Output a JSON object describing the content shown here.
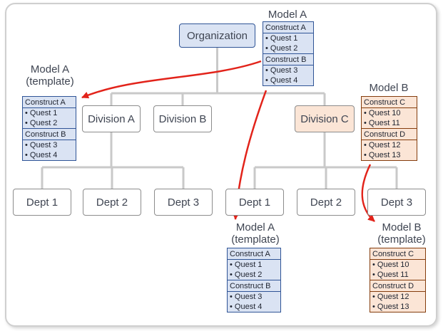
{
  "colors": {
    "model-a-fill": "#dae3f3",
    "model-a-border": "#2f5496",
    "model-b-fill": "#fbe5d6",
    "model-b-border": "#843c0c",
    "org-fill": "#dae3f3",
    "org-border": "#2f5496",
    "node-border": "#8c8c8c",
    "connector": "#c9c9c9",
    "arrow": "#e2231a",
    "text": "#3f4552"
  },
  "org_chart": {
    "organization": "Organization",
    "divisions": [
      "Division A",
      "Division B",
      "Division C"
    ],
    "left_departments": [
      "Dept 1",
      "Dept 2",
      "Dept 3"
    ],
    "right_departments": [
      "Dept 1",
      "Dept 2",
      "Dept 3"
    ]
  },
  "models": {
    "top_a": {
      "title": "Model A",
      "sections": [
        {
          "header": "Construct A",
          "items": [
            "• Quest 1",
            "• Quest 2"
          ]
        },
        {
          "header": "Construct B",
          "items": [
            "• Quest 3",
            "• Quest 4"
          ]
        }
      ]
    },
    "left_a": {
      "title": "Model A",
      "subtitle": "(template)",
      "sections": [
        {
          "header": "Construct A",
          "items": [
            "• Quest 1",
            "• Quest 2"
          ]
        },
        {
          "header": "Construct B",
          "items": [
            "• Quest 3",
            "• Quest 4"
          ]
        }
      ]
    },
    "right_b": {
      "title": "Model B",
      "sections": [
        {
          "header": "Construct C",
          "items": [
            "• Quest 10",
            "• Quest 11"
          ]
        },
        {
          "header": "Construct D",
          "items": [
            "• Quest 12",
            "• Quest 13"
          ]
        }
      ]
    },
    "bottom_a": {
      "title": "Model A",
      "subtitle": "(template)",
      "sections": [
        {
          "header": "Construct A",
          "items": [
            "• Quest 1",
            "• Quest 2"
          ]
        },
        {
          "header": "Construct B",
          "items": [
            "• Quest 3",
            "• Quest 4"
          ]
        }
      ]
    },
    "bottom_b": {
      "title": "Model B",
      "subtitle": "(template)",
      "sections": [
        {
          "header": "Construct C",
          "items": [
            "• Quest 10",
            "• Quest 11"
          ]
        },
        {
          "header": "Construct D",
          "items": [
            "• Quest 12",
            "• Quest 13"
          ]
        }
      ]
    }
  }
}
